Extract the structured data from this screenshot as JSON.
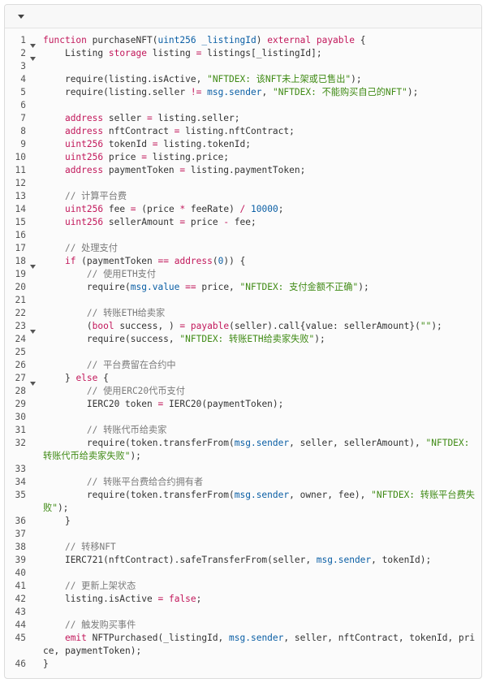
{
  "header": {
    "toggle_icon": "chevron-down-icon"
  },
  "colors": {
    "keyword": "#c2185b",
    "type": "#0b5fa5",
    "string": "#3f8a14",
    "comment": "#7a7a7a",
    "plain": "#333333"
  },
  "lines": [
    {
      "n": "1",
      "fold": true,
      "tokens": [
        [
          "k",
          "function"
        ],
        [
          "p",
          " purchaseNFT("
        ],
        [
          "t",
          "uint256"
        ],
        [
          "p",
          " "
        ],
        [
          "t",
          "_listingId"
        ],
        [
          "p",
          ") "
        ],
        [
          "k",
          "external"
        ],
        [
          "p",
          " "
        ],
        [
          "k",
          "payable"
        ],
        [
          "p",
          " {"
        ]
      ]
    },
    {
      "n": "2",
      "fold": true,
      "tokens": [
        [
          "p",
          "    Listing "
        ],
        [
          "k",
          "storage"
        ],
        [
          "p",
          " listing "
        ],
        [
          "k",
          "="
        ],
        [
          "p",
          " listings[_listingId];"
        ]
      ]
    },
    {
      "n": "3",
      "tokens": []
    },
    {
      "n": "4",
      "tokens": [
        [
          "p",
          "    require(listing.isActive, "
        ],
        [
          "s",
          "\"NFTDEX: 该NFT未上架或已售出\""
        ],
        [
          "p",
          ");"
        ]
      ]
    },
    {
      "n": "5",
      "tokens": [
        [
          "p",
          "    require(listing.seller "
        ],
        [
          "k",
          "!="
        ],
        [
          "p",
          " "
        ],
        [
          "t",
          "msg.sender"
        ],
        [
          "p",
          ", "
        ],
        [
          "s",
          "\"NFTDEX: 不能购买自己的NFT\""
        ],
        [
          "p",
          ");"
        ]
      ]
    },
    {
      "n": "6",
      "tokens": []
    },
    {
      "n": "7",
      "tokens": [
        [
          "p",
          "    "
        ],
        [
          "k",
          "address"
        ],
        [
          "p",
          " seller "
        ],
        [
          "k",
          "="
        ],
        [
          "p",
          " listing.seller;"
        ]
      ]
    },
    {
      "n": "8",
      "tokens": [
        [
          "p",
          "    "
        ],
        [
          "k",
          "address"
        ],
        [
          "p",
          " nftContract "
        ],
        [
          "k",
          "="
        ],
        [
          "p",
          " listing.nftContract;"
        ]
      ]
    },
    {
      "n": "9",
      "tokens": [
        [
          "p",
          "    "
        ],
        [
          "k",
          "uint256"
        ],
        [
          "p",
          " tokenId "
        ],
        [
          "k",
          "="
        ],
        [
          "p",
          " listing.tokenId;"
        ]
      ]
    },
    {
      "n": "10",
      "tokens": [
        [
          "p",
          "    "
        ],
        [
          "k",
          "uint256"
        ],
        [
          "p",
          " price "
        ],
        [
          "k",
          "="
        ],
        [
          "p",
          " listing.price;"
        ]
      ]
    },
    {
      "n": "11",
      "tokens": [
        [
          "p",
          "    "
        ],
        [
          "k",
          "address"
        ],
        [
          "p",
          " paymentToken "
        ],
        [
          "k",
          "="
        ],
        [
          "p",
          " listing.paymentToken;"
        ]
      ]
    },
    {
      "n": "12",
      "tokens": []
    },
    {
      "n": "13",
      "tokens": [
        [
          "c",
          "    // 计算平台费"
        ]
      ]
    },
    {
      "n": "14",
      "tokens": [
        [
          "p",
          "    "
        ],
        [
          "k",
          "uint256"
        ],
        [
          "p",
          " fee "
        ],
        [
          "k",
          "="
        ],
        [
          "p",
          " (price "
        ],
        [
          "k",
          "*"
        ],
        [
          "p",
          " feeRate) "
        ],
        [
          "k",
          "/"
        ],
        [
          "p",
          " "
        ],
        [
          "n",
          "10000"
        ],
        [
          "p",
          ";"
        ]
      ]
    },
    {
      "n": "15",
      "tokens": [
        [
          "p",
          "    "
        ],
        [
          "k",
          "uint256"
        ],
        [
          "p",
          " sellerAmount "
        ],
        [
          "k",
          "="
        ],
        [
          "p",
          " price "
        ],
        [
          "k",
          "-"
        ],
        [
          "p",
          " fee;"
        ]
      ]
    },
    {
      "n": "16",
      "tokens": []
    },
    {
      "n": "17",
      "tokens": [
        [
          "c",
          "    // 处理支付"
        ]
      ]
    },
    {
      "n": "18",
      "fold": true,
      "tokens": [
        [
          "p",
          "    "
        ],
        [
          "k",
          "if"
        ],
        [
          "p",
          " (paymentToken "
        ],
        [
          "k",
          "=="
        ],
        [
          "p",
          " "
        ],
        [
          "k",
          "address"
        ],
        [
          "p",
          "("
        ],
        [
          "n",
          "0"
        ],
        [
          "p",
          ")) {"
        ]
      ]
    },
    {
      "n": "19",
      "tokens": [
        [
          "c",
          "        // 使用ETH支付"
        ]
      ]
    },
    {
      "n": "20",
      "tokens": [
        [
          "p",
          "        require("
        ],
        [
          "t",
          "msg.value"
        ],
        [
          "p",
          " "
        ],
        [
          "k",
          "=="
        ],
        [
          "p",
          " price, "
        ],
        [
          "s",
          "\"NFTDEX: 支付金额不正确\""
        ],
        [
          "p",
          ");"
        ]
      ]
    },
    {
      "n": "21",
      "tokens": []
    },
    {
      "n": "22",
      "tokens": [
        [
          "c",
          "        // 转账ETH给卖家"
        ]
      ]
    },
    {
      "n": "23",
      "fold": true,
      "tokens": [
        [
          "p",
          "        ("
        ],
        [
          "k",
          "bool"
        ],
        [
          "p",
          " success, ) "
        ],
        [
          "k",
          "="
        ],
        [
          "p",
          " "
        ],
        [
          "k",
          "payable"
        ],
        [
          "p",
          "(seller).call{value: sellerAmount}("
        ],
        [
          "s",
          "\"\""
        ],
        [
          "p",
          ");"
        ]
      ]
    },
    {
      "n": "24",
      "tokens": [
        [
          "p",
          "        require(success, "
        ],
        [
          "s",
          "\"NFTDEX: 转账ETH给卖家失败\""
        ],
        [
          "p",
          ");"
        ]
      ]
    },
    {
      "n": "25",
      "tokens": []
    },
    {
      "n": "26",
      "tokens": [
        [
          "c",
          "        // 平台费留在合约中"
        ]
      ]
    },
    {
      "n": "27",
      "fold": true,
      "tokens": [
        [
          "p",
          "    } "
        ],
        [
          "k",
          "else"
        ],
        [
          "p",
          " {"
        ]
      ]
    },
    {
      "n": "28",
      "tokens": [
        [
          "c",
          "        // 使用ERC20代币支付"
        ]
      ]
    },
    {
      "n": "29",
      "tokens": [
        [
          "p",
          "        IERC20 token "
        ],
        [
          "k",
          "="
        ],
        [
          "p",
          " IERC20(paymentToken);"
        ]
      ]
    },
    {
      "n": "30",
      "tokens": []
    },
    {
      "n": "31",
      "tokens": [
        [
          "c",
          "        // 转账代币给卖家"
        ]
      ]
    },
    {
      "n": "32",
      "tall": true,
      "tokens": [
        [
          "p",
          "        require(token.transferFrom("
        ],
        [
          "t",
          "msg.sender"
        ],
        [
          "p",
          ", seller, sellerAmount), "
        ],
        [
          "s",
          "\"NFTDEX: 转账代币给卖家失败\""
        ],
        [
          "p",
          ");"
        ]
      ]
    },
    {
      "n": "33",
      "tokens": []
    },
    {
      "n": "34",
      "tokens": [
        [
          "c",
          "        // 转账平台费给合约拥有者"
        ]
      ]
    },
    {
      "n": "35",
      "tall": true,
      "tokens": [
        [
          "p",
          "        require(token.transferFrom("
        ],
        [
          "t",
          "msg.sender"
        ],
        [
          "p",
          ", owner, fee), "
        ],
        [
          "s",
          "\"NFTDEX: 转账平台费失败\""
        ],
        [
          "p",
          ");"
        ]
      ]
    },
    {
      "n": "36",
      "tokens": [
        [
          "p",
          "    }"
        ]
      ]
    },
    {
      "n": "37",
      "tokens": []
    },
    {
      "n": "38",
      "tokens": [
        [
          "c",
          "    // 转移NFT"
        ]
      ]
    },
    {
      "n": "39",
      "tokens": [
        [
          "p",
          "    IERC721(nftContract).safeTransferFrom(seller, "
        ],
        [
          "t",
          "msg.sender"
        ],
        [
          "p",
          ", tokenId);"
        ]
      ]
    },
    {
      "n": "40",
      "tokens": []
    },
    {
      "n": "41",
      "tokens": [
        [
          "c",
          "    // 更新上架状态"
        ]
      ]
    },
    {
      "n": "42",
      "tokens": [
        [
          "p",
          "    listing.isActive "
        ],
        [
          "k",
          "="
        ],
        [
          "p",
          " "
        ],
        [
          "k",
          "false"
        ],
        [
          "p",
          ";"
        ]
      ]
    },
    {
      "n": "43",
      "tokens": []
    },
    {
      "n": "44",
      "tokens": [
        [
          "c",
          "    // 触发购买事件"
        ]
      ]
    },
    {
      "n": "45",
      "tall": true,
      "tokens": [
        [
          "p",
          "    "
        ],
        [
          "k",
          "emit"
        ],
        [
          "p",
          " NFTPurchased(_listingId, "
        ],
        [
          "t",
          "msg.sender"
        ],
        [
          "p",
          ", seller, nftContract, tokenId, price, paymentToken);"
        ]
      ]
    },
    {
      "n": "46",
      "tokens": [
        [
          "p",
          "}"
        ]
      ]
    }
  ]
}
